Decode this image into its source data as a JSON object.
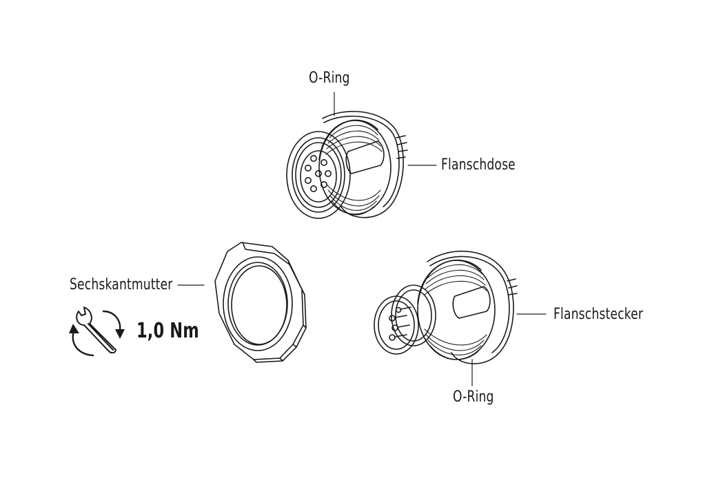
{
  "labels": {
    "o_ring_top": "O-Ring",
    "flanschdose": "Flanschdose",
    "sechskantmutter": "Sechskantmutter",
    "flanschstecker": "Flanschstecker",
    "o_ring_bottom": "O-Ring",
    "torque": "1,0 Nm"
  },
  "icons": {
    "wrench": "wrench-torque-icon"
  },
  "colors": {
    "line": "#1a1a1a",
    "background": "#ffffff"
  }
}
